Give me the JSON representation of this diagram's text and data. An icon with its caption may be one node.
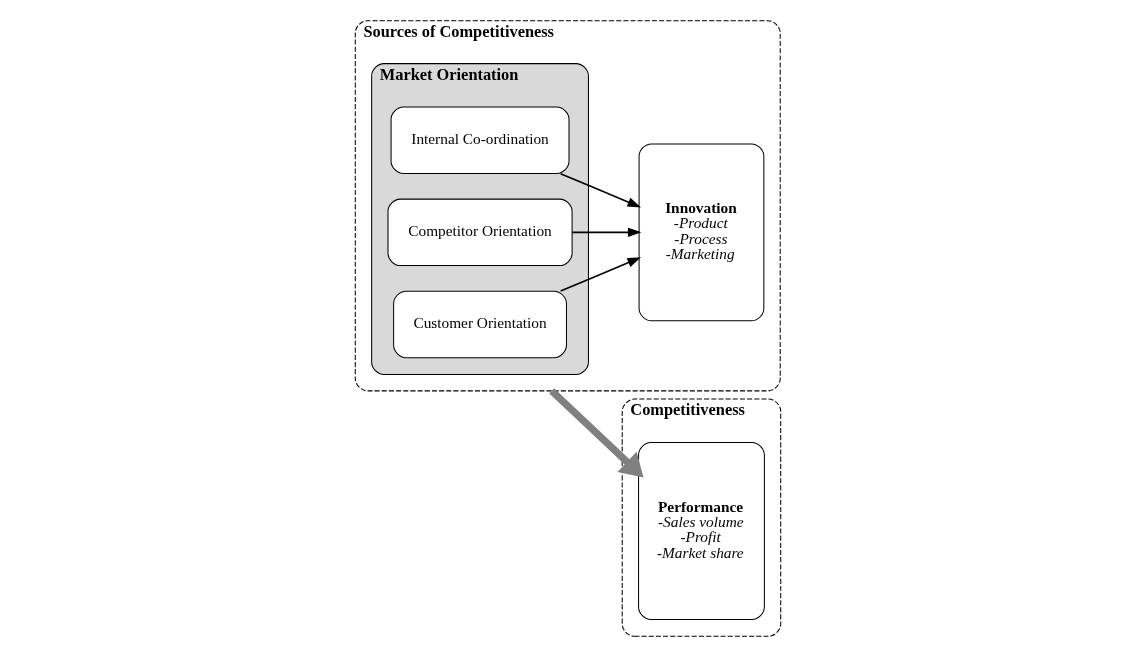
{
  "diagram": {
    "nodes": [
      {
        "text": [
          "Sources of Competitiveness"
        ]
      },
      {
        "text": [
          "Market Orientation"
        ],
        "in": 0
      },
      {
        "text": [
          "Customer Orientation"
        ],
        "in": 1
      },
      {
        "text": [
          "Competitor Orientation"
        ],
        "in": 1
      },
      {
        "text": [
          "Internal Co-ordination"
        ],
        "in": 1
      },
      {
        "text": [
          "Innovation",
          "-Product -Process -Marketing"
        ],
        "in": 0
      },
      {
        "text": [
          "Competitiveness"
        ]
      },
      {
        "text": [
          "Performance",
          "-Sales volume -Profit -Market share"
        ],
        "in": 6
      }
    ],
    "edges": [
      {
        "from": 2,
        "to": 5,
        "arrow": "to"
      },
      {
        "from": 3,
        "to": 5,
        "arrow": "to"
      },
      {
        "from": 4,
        "to": 5,
        "arrow": "to"
      },
      {
        "from": 0,
        "to": 7,
        "arrow": "to",
        "style": "thick",
        "color": "#808080"
      }
    ]
  }
}
